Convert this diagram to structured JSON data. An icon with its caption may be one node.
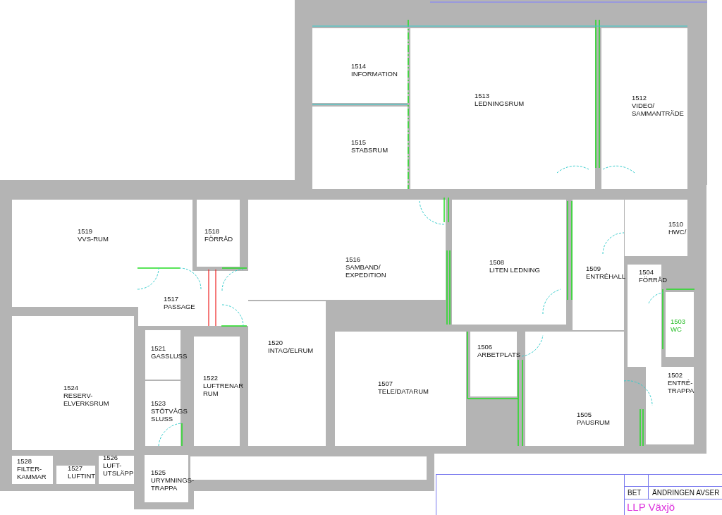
{
  "diagram": {
    "nodes": [
      {
        "text": [
          "1514",
          "INFORMATION"
        ]
      },
      {
        "text": [
          "1515",
          "STABSRUM"
        ]
      },
      {
        "text": [
          "1513",
          "LEDNINGSRUM"
        ]
      },
      {
        "text": [
          "1512",
          "VIDEO/ SAMMANTRÄDE"
        ]
      },
      {
        "text": [
          "1519",
          "VVS-RUM"
        ]
      },
      {
        "text": [
          "1518",
          "FÖRRÅD"
        ]
      },
      {
        "text": [
          "1516",
          "SAMBAND/ EXPEDITION"
        ]
      },
      {
        "text": [
          "1508",
          "LITEN LEDNING"
        ]
      },
      {
        "text": [
          "1509",
          "ENTRÉHALL"
        ]
      },
      {
        "text": [
          "1510",
          "HWC/"
        ]
      },
      {
        "text": [
          "1517",
          "PASSAGE"
        ]
      },
      {
        "text": [
          "1504",
          "FÖRRÅD"
        ]
      },
      {
        "text": [
          "1503",
          "WC"
        ]
      },
      {
        "text": [
          "1520",
          "INTAG/ELRUM"
        ]
      },
      {
        "text": [
          "1521",
          "GASSLUSS"
        ]
      },
      {
        "text": [
          "1506",
          "ARBETPLATS"
        ]
      },
      {
        "text": [
          "1524",
          "RESERV- ELVERKSRUM"
        ]
      },
      {
        "text": [
          "1522",
          "LUFTRENAR RUM"
        ]
      },
      {
        "text": [
          "1507",
          "TELE/DATARUM"
        ]
      },
      {
        "text": [
          "1502",
          "ENTRÉ- TRAPPA"
        ]
      },
      {
        "text": [
          "1523",
          "STÖTVÅGS SLUSS"
        ]
      },
      {
        "text": [
          "1505",
          "PAUSRUM"
        ]
      },
      {
        "text": [
          "1526",
          "LUFT- UTSLÄPP"
        ]
      },
      {
        "text": [
          "1528",
          "FILTER- KAMMAR"
        ]
      },
      {
        "text": [
          "1527",
          "LUFTINT"
        ]
      },
      {
        "text": [
          "1525",
          "URYMNINGS- TRAPPA"
        ]
      }
    ],
    "labels": [
      "BET",
      "ÄNDRINGEN AVSER",
      "LLP Växjö"
    ]
  }
}
